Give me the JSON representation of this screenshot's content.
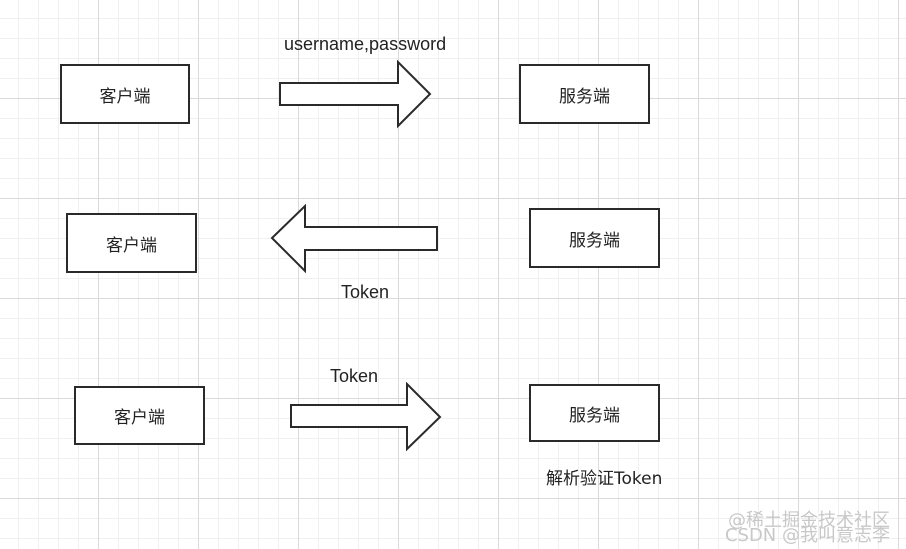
{
  "rows": [
    {
      "client_label": "客户端",
      "server_label": "服务端",
      "arrow_direction": "right",
      "message": "username,password"
    },
    {
      "client_label": "客户端",
      "server_label": "服务端",
      "arrow_direction": "left",
      "message": "Token"
    },
    {
      "client_label": "客户端",
      "server_label": "服务端",
      "arrow_direction": "right",
      "message": "Token",
      "server_note": "解析验证Token"
    }
  ],
  "watermark": {
    "line1": "@稀土掘金技术社区",
    "line2": "CSDN @我叫意志李"
  },
  "colors": {
    "stroke": "#2a2a2a",
    "grid": "#dadada",
    "background": "#ffffff"
  }
}
